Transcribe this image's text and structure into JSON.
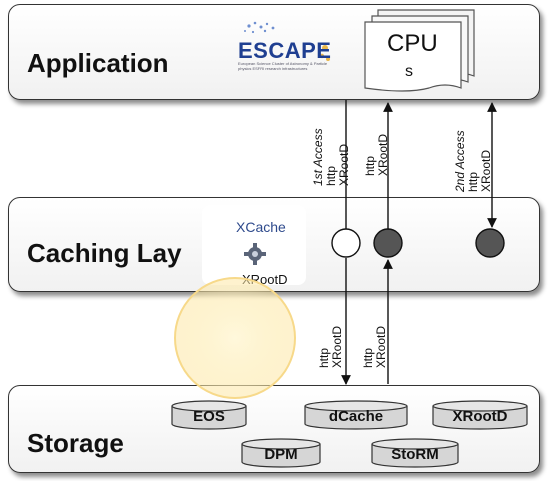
{
  "layers": {
    "application": "Application",
    "caching": "Caching Lay",
    "storage": "Storage"
  },
  "application": {
    "escape_logo_text": "ESCAPE",
    "escape_logo_subtext": "European Science Cluster of Astronomy & Particle physics ESFRI research infrastructures",
    "cpus_line1": "CPU",
    "cpus_line2": "s"
  },
  "caching": {
    "xcache_label": "XCache",
    "xrootd_label": "XRootD"
  },
  "storage": {
    "systems": [
      "EOS",
      "dCache",
      "XRootD",
      "DPM",
      "StoRM"
    ]
  },
  "access_labels": {
    "first": [
      "1st Access",
      "http",
      "XRootD"
    ],
    "second": [
      "http",
      "XRootD"
    ],
    "third": [
      "2nd Access",
      "http",
      "XRootD"
    ],
    "lower_left": [
      "http",
      "XRootD"
    ],
    "lower_right": [
      "http",
      "XRootD"
    ]
  },
  "colors": {
    "escape_blue": "#1f3f91",
    "xcache_blue": "#2e4a8c",
    "filled_node": "#555555",
    "cylinder_fill": "#d6d6d6"
  }
}
